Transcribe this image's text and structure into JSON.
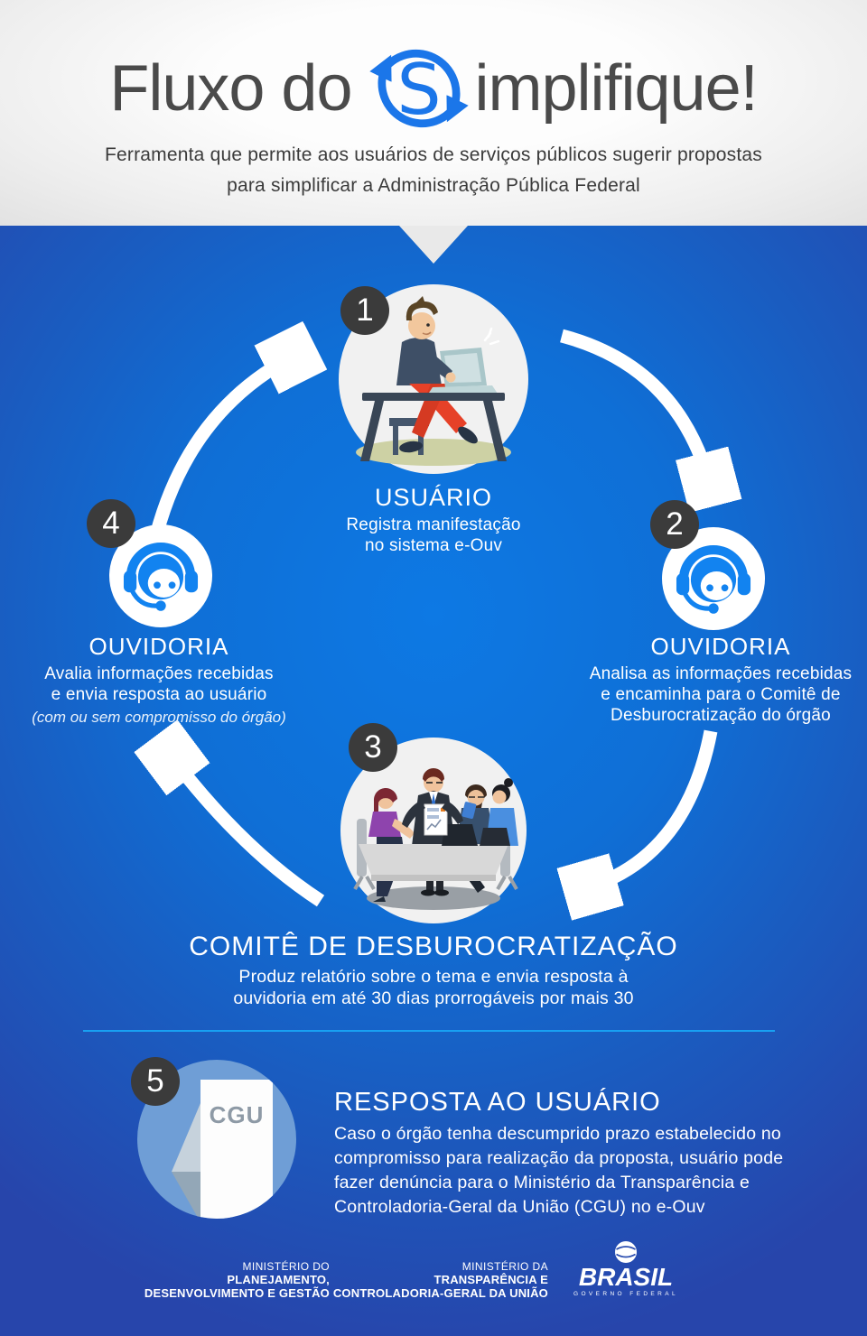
{
  "header": {
    "title_prefix": "Fluxo do",
    "logo_letter": "S",
    "title_suffix": "implifique!",
    "subtitle": [
      "Ferramenta que permite aos usuários de serviços públicos sugerir propostas",
      "para simplificar a Administração Pública Federal"
    ]
  },
  "steps": [
    {
      "number": "1",
      "title": "USUÁRIO",
      "lines": [
        "Registra manifestação",
        "no sistema e-Ouv"
      ],
      "icon": "person-at-laptop"
    },
    {
      "number": "2",
      "title": "OUVIDORIA",
      "lines": [
        "Analisa as informações recebidas",
        "e encaminha para o Comitê de",
        "Desburocratização do órgão"
      ],
      "icon": "headset-agent"
    },
    {
      "number": "3",
      "title": "COMITÊ DE DESBUROCRATIZAÇÃO",
      "lines": [
        "Produz relatório sobre o tema e envia resposta à",
        "ouvidoria em até 30 dias prorrogáveis por mais 30"
      ],
      "icon": "meeting-table"
    },
    {
      "number": "4",
      "title": "OUVIDORIA",
      "lines": [
        "Avalia informações recebidas",
        "e envia resposta ao usuário"
      ],
      "note": "(com ou sem compromisso do órgão)",
      "icon": "headset-agent"
    },
    {
      "number": "5",
      "title": "RESPOSTA AO USUÁRIO",
      "lines": [
        "Caso o órgão tenha descumprido prazo estabelecido no",
        "compromisso para realização da proposta, usuário pode",
        "fazer denúncia para o Ministério da Transparência e",
        "Controladoria-Geral da União (CGU) no e-Ouv"
      ],
      "icon_label": "CGU"
    }
  ],
  "footer": {
    "ministry1": [
      "MINISTÉRIO DO",
      "PLANEJAMENTO,",
      "DESENVOLVIMENTO E GESTÃO"
    ],
    "ministry2": [
      "MINISTÉRIO DA",
      "TRANSPARÊNCIA E",
      "CONTROLADORIA-GERAL DA UNIÃO"
    ],
    "brand": "BRASIL",
    "brand_sub": "GOVERNO FEDERAL"
  },
  "colors": {
    "accent_blue": "#1b76e9",
    "bg_center": "#0d79e4",
    "bg_edge": "#2745ab",
    "badge_gray": "#3b3b3b",
    "divider_blue": "#18a0f2",
    "cgu_circle_blue": "#6f9ed6"
  }
}
